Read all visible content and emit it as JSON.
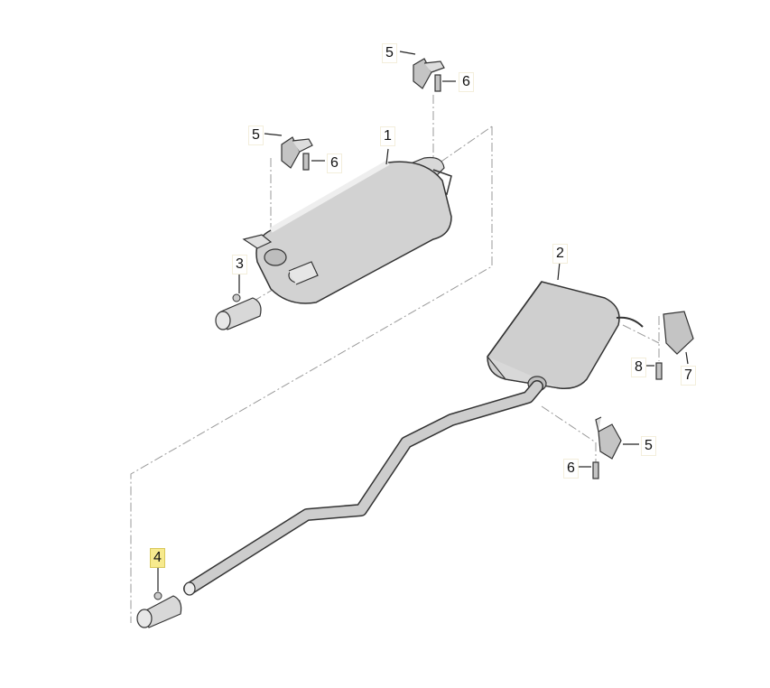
{
  "diagram": {
    "type": "exploded-parts-diagram",
    "subject": "exhaust system",
    "highlight_color": "#f7ea8e",
    "part_color": "#c8c8c8",
    "outline_color": "#333333",
    "leader_dash_color": "#9a9a9a"
  },
  "callouts": [
    {
      "id": "c1",
      "label": "1",
      "part": "front muffler"
    },
    {
      "id": "c2",
      "label": "2",
      "part": "rear muffler"
    },
    {
      "id": "c3",
      "label": "3",
      "part": "clamp"
    },
    {
      "id": "c4",
      "label": "4",
      "part": "clamp",
      "highlighted": true
    },
    {
      "id": "c5a",
      "label": "5",
      "part": "rubber hanger"
    },
    {
      "id": "c5b",
      "label": "5",
      "part": "rubber hanger"
    },
    {
      "id": "c5c",
      "label": "5",
      "part": "rubber hanger"
    },
    {
      "id": "c6a",
      "label": "6",
      "part": "bolt"
    },
    {
      "id": "c6b",
      "label": "6",
      "part": "bolt"
    },
    {
      "id": "c6c",
      "label": "6",
      "part": "bolt"
    },
    {
      "id": "c7",
      "label": "7",
      "part": "bracket"
    },
    {
      "id": "c8",
      "label": "8",
      "part": "bolt"
    }
  ]
}
